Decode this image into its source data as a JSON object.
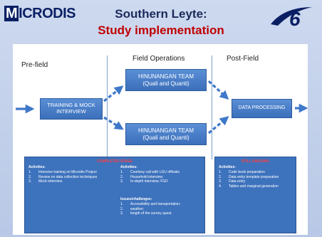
{
  "header": {
    "logo_text": "MICRODIS",
    "title_line1": "Southern Leyte:",
    "title_line2": "Study implementation"
  },
  "columns": {
    "prefield": "Pre-field",
    "field": "Field Operations",
    "postfield": "Post-Field"
  },
  "boxes": {
    "training_line1": "TRAINING & MOCK",
    "training_line2": "INTERVIEW",
    "team_top_line1": "HINUNANGAN TEAM",
    "team_top_line2": "(Quali and Quanti)",
    "team_bottom_line1": "HINUNANGAN TEAM",
    "team_bottom_line2": "(Quali and Quanti)",
    "processing": "DATA PROCESSING"
  },
  "completed": {
    "stage": "COMPLETED STAGE",
    "prefield_heading": "Activities:",
    "prefield_items": [
      {
        "num": "1.",
        "text": "Intensive training on Microdis Project"
      },
      {
        "num": "2.",
        "text": "Review on data collection techniques"
      },
      {
        "num": "3.",
        "text": "Mock interview."
      }
    ],
    "field_heading": "Activities:",
    "field_items": [
      {
        "num": "1.",
        "text": "Courtesy call with LGU officials"
      },
      {
        "num": "2.",
        "text": "Household interview;"
      },
      {
        "num": "3.",
        "text": "In-depth interview; FGD"
      }
    ],
    "issues_heading": "Issues/challenges:",
    "issues_items": [
      {
        "num": "1.",
        "text": "Accessibility and transportation;"
      },
      {
        "num": "2.",
        "text": "weather;"
      },
      {
        "num": "3.",
        "text": "length of the survey quest."
      }
    ]
  },
  "ongoing": {
    "stage": "STILL ONGOING",
    "heading": "Activities:",
    "items": [
      {
        "num": "1.",
        "text": "Code book preparation"
      },
      {
        "num": "2.",
        "text": "Data entry template preparation"
      },
      {
        "num": "3.",
        "text": "Data entry"
      },
      {
        "num": "4.",
        "text": "Tables and marginal generation"
      }
    ]
  },
  "colors": {
    "box_blue": "#4a80cc",
    "arrow_blue": "#3f78c8",
    "title_red": "#c00000",
    "title_navy": "#1b2a5c"
  }
}
